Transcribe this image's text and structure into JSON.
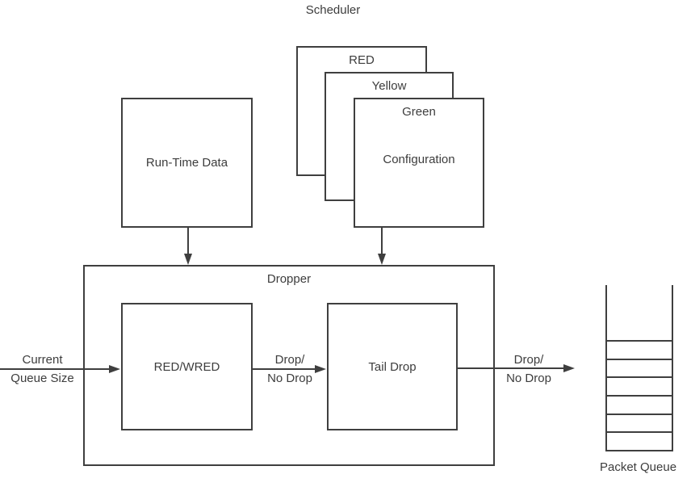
{
  "colors": {
    "background": "#ffffff",
    "line": "#3f3f3f",
    "text": "#3d3d3d"
  },
  "scheduler": {
    "title": "Scheduler",
    "config_stack": {
      "red_label": "RED",
      "yellow_label": "Yellow",
      "green_label": "Green",
      "configuration_label": "Configuration"
    },
    "runtime_box": {
      "label": "Run-Time Data"
    }
  },
  "dropper": {
    "title": "Dropper",
    "redwred_box": {
      "label": "RED/WRED"
    },
    "taildrop_box": {
      "label": "Tail Drop"
    }
  },
  "arrows": {
    "input": {
      "line1": "Current",
      "line2": "Queue Size"
    },
    "redwred_to_taildrop": {
      "line1": "Drop/",
      "line2": "No Drop"
    },
    "taildrop_to_queue": {
      "line1": "Drop/",
      "line2": "No Drop"
    }
  },
  "packet_queue": {
    "label": "Packet Queue",
    "slot_count": 6
  }
}
